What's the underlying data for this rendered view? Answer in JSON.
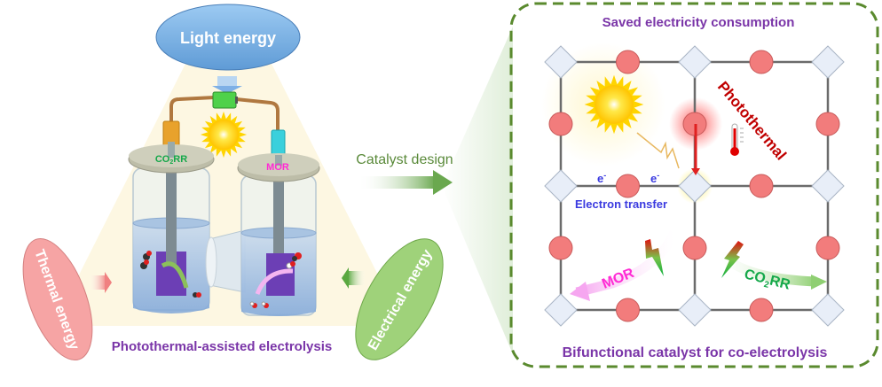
{
  "left_panel": {
    "light_energy_label": "Light energy",
    "thermal_energy_label": "Thermal energy",
    "electrical_energy_label": "Electrical energy",
    "cathode_cell_label_main": "CO",
    "cathode_cell_label_sub": "2",
    "cathode_cell_label_tail": "RR",
    "anode_cell_label": "MOR",
    "caption": "Photothermal-assisted electrolysis"
  },
  "transition": {
    "label": "Catalyst design"
  },
  "right_panel": {
    "title": "Saved electricity consumption",
    "photothermal_label": "Photothermal",
    "electron_symbol": "e",
    "electron_charge": "-",
    "electron_transfer_label": "Electron transfer",
    "mor_label": "MOR",
    "co2rr_label_main": "CO",
    "co2rr_label_sub": "2",
    "co2rr_label_tail": "RR",
    "caption": "Bifunctional catalyst for co-electrolysis"
  },
  "colors": {
    "light_energy": "#7ab2e4",
    "thermal_energy": "#f4a0a0",
    "electrical_energy": "#9fd27a",
    "caption_purple": "#7a35a8",
    "catalyst_green": "#5a8a3a",
    "border_green": "#5a8a2e",
    "electron_blue": "#3a3ae0",
    "photothermal_red": "#c00000",
    "mor_magenta": "#ff2ad4",
    "co2rr_green": "#15a84a",
    "node_red": "#f27c7c",
    "node_diamond": "#e8eef8"
  }
}
